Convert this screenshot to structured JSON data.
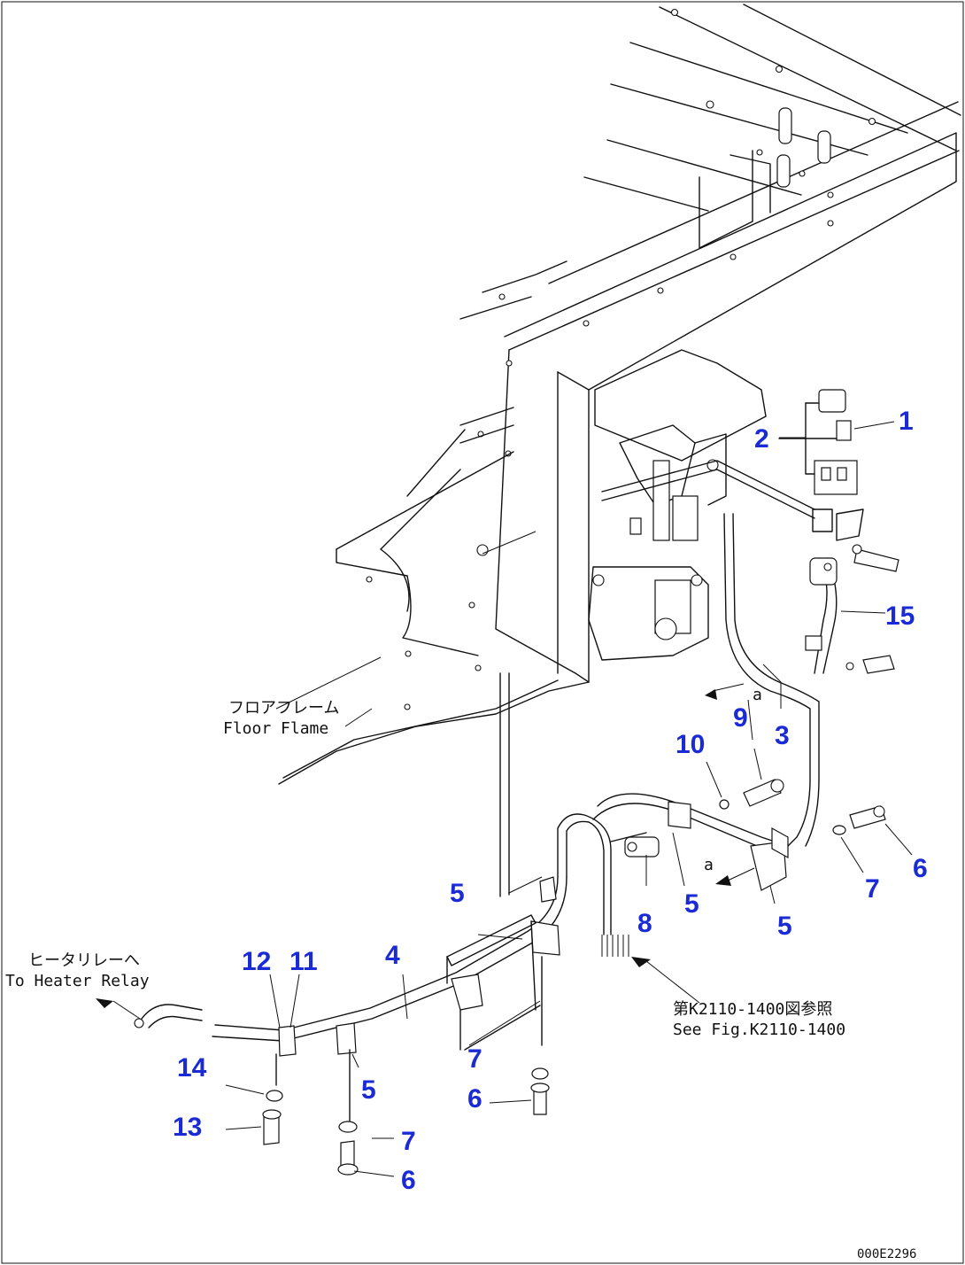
{
  "callouts": {
    "c1": "1",
    "c2": "2",
    "c3": "3",
    "c4": "4",
    "c5a": "5",
    "c5b": "5",
    "c5c": "5",
    "c5d": "5",
    "c6a": "6",
    "c6b": "6",
    "c6c": "6",
    "c7a": "7",
    "c7b": "7",
    "c7c": "7",
    "c8": "8",
    "c9": "9",
    "c10": "10",
    "c11": "11",
    "c12": "12",
    "c13": "13",
    "c14": "14",
    "c15": "15"
  },
  "notes": {
    "floor_frame_jp": "フロアフレーム",
    "floor_frame_en": "Floor Flame",
    "heater_relay_jp": "ヒータリレーへ",
    "heater_relay_en": "To Heater Relay",
    "see_fig_jp": "第K2110-1400図参照",
    "see_fig_en": "See Fig.K2110-1400",
    "view_mark": "a"
  },
  "drawing_code": "000E2296",
  "colors": {
    "callout": "#1a2bd6",
    "line": "#111111",
    "background": "#ffffff"
  }
}
